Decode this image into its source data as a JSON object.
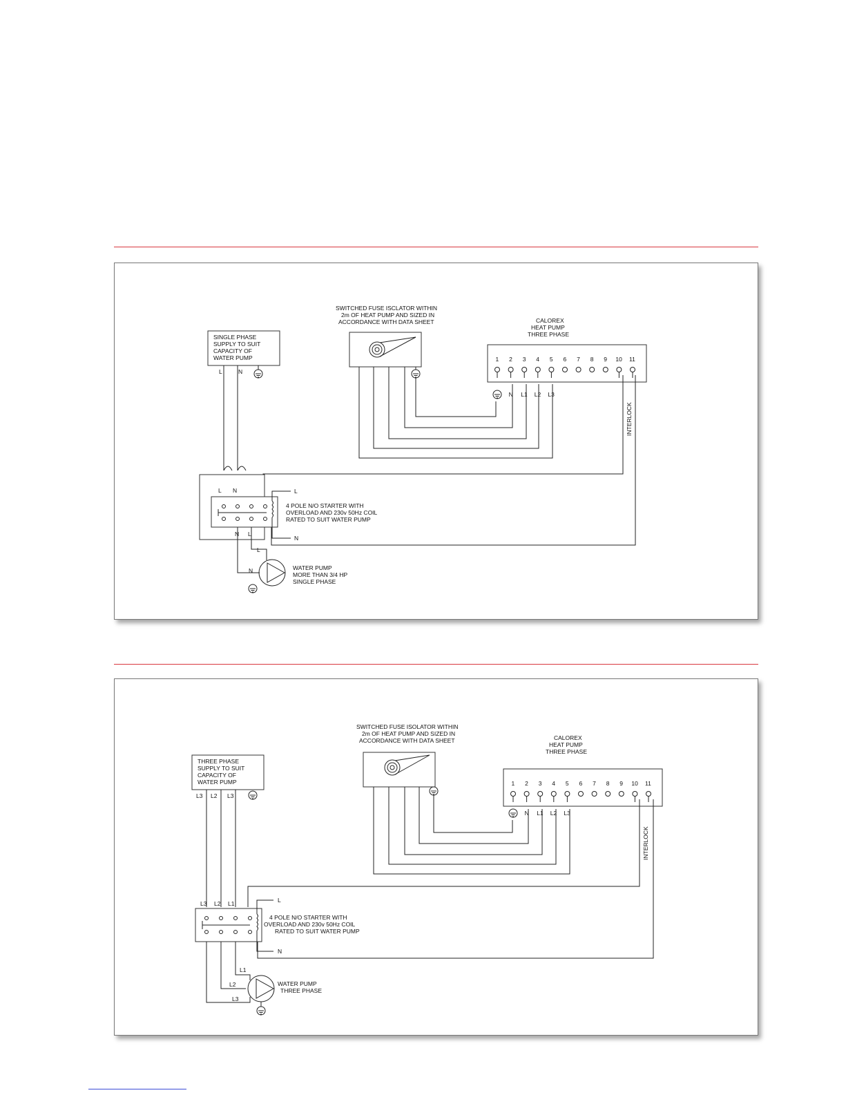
{
  "diagram_1": {
    "supply": [
      "SINGLE PHASE",
      "SUPPLY TO SUIT",
      "CAPACITY OF",
      "WATER PUMP"
    ],
    "isolator": [
      "SWITCHED FUSE ISCLATOR WITHIN",
      "2m OF HEAT PUMP AND SIZED IN",
      "ACCORDANCE WITH DATA SHEET"
    ],
    "heat_pump": [
      "CALOREX",
      "HEAT PUMP",
      "THREE PHASE"
    ],
    "terminals": [
      "1",
      "2",
      "3",
      "4",
      "5",
      "6",
      "7",
      "8",
      "9",
      "10",
      "11"
    ],
    "term_labels": [
      "N",
      "L1",
      "L2",
      "L3"
    ],
    "supply_leads": [
      "L",
      "N"
    ],
    "starter_top": [
      "L",
      "N"
    ],
    "starter_bottom": [
      "N",
      "L"
    ],
    "coil_l": "L",
    "coil_n": "N",
    "starter": [
      "4 POLE N/O STARTER WITH",
      "OVERLOAD AND 230v 50Hz COIL",
      "RATED TO SUIT WATER PUMP"
    ],
    "pump_leads": [
      "L",
      "N"
    ],
    "pump": [
      "WATER PUMP",
      "MORE THAN 3/4 HP",
      "SINGLE PHASE"
    ],
    "interlock": "INTERLOCK"
  },
  "diagram_2": {
    "supply": [
      "THREE PHASE",
      "SUPPLY TO SUIT",
      "CAPACITY OF",
      "WATER PUMP"
    ],
    "isolator": [
      "SWITCHED FUSE ISOLATOR WITHIN",
      "2m OF HEAT PUMP AND SIZED IN",
      "ACCORDANCE WITH DATA SHEET"
    ],
    "heat_pump": [
      "CALOREX",
      "HEAT PUMP",
      "THREE PHASE"
    ],
    "terminals": [
      "1",
      "2",
      "3",
      "4",
      "5",
      "6",
      "7",
      "8",
      "9",
      "10",
      "11"
    ],
    "term_labels": [
      "N",
      "L1",
      "L2",
      "L3"
    ],
    "supply_leads": [
      "L3",
      "L2",
      "L3"
    ],
    "starter_top": [
      "L3",
      "L2",
      "L1"
    ],
    "coil_l": "L",
    "coil_n": "N",
    "starter": [
      "4 POLE N/O STARTER WITH",
      "OVERLOAD AND 230v 50Hz COIL",
      "RATED TO SUIT WATER PUMP"
    ],
    "pump_leads": [
      "L1",
      "L2",
      "L3"
    ],
    "pump": [
      "WATER PUMP",
      "THREE PHASE"
    ],
    "interlock": "INTERLOCK"
  }
}
